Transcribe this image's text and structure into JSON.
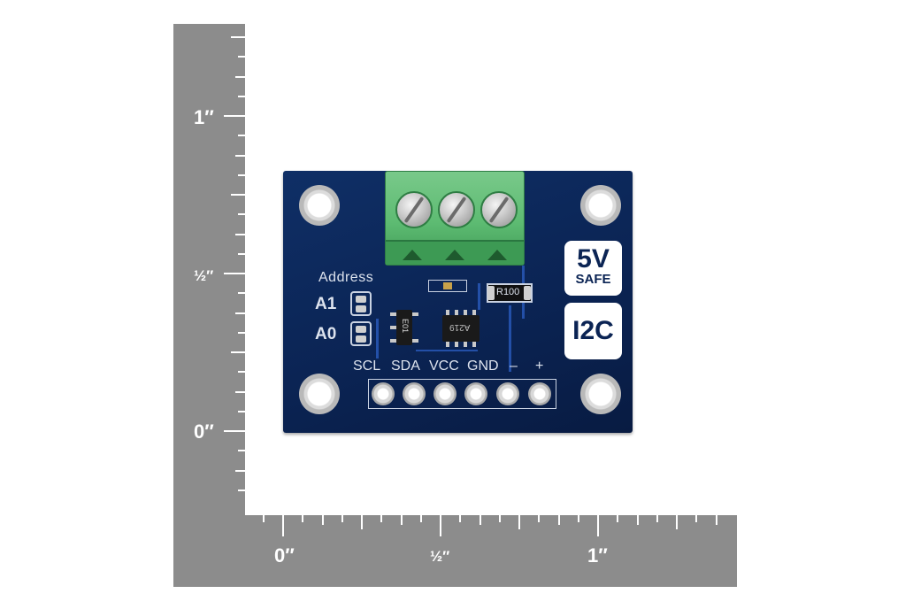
{
  "ruler": {
    "vertical_labels": [
      "1″",
      "½″",
      "0″"
    ],
    "horizontal_labels": [
      "0″",
      "½″",
      "1″"
    ]
  },
  "board": {
    "address_label": "Address",
    "jumper_a1": "A1",
    "jumper_a0": "A0",
    "resistor_label": "R100",
    "chip_marking": "A219",
    "small_part_marking": "E01",
    "pin_labels": [
      "SCL",
      "SDA",
      "VCC",
      "GND",
      "–",
      "+"
    ],
    "badge_5v": "5V",
    "badge_safe": "SAFE",
    "badge_i2c": "I2C"
  },
  "colors": {
    "pcb": "#0b2454",
    "terminal": "#5dbb72",
    "ruler": "#8c8c8c"
  }
}
